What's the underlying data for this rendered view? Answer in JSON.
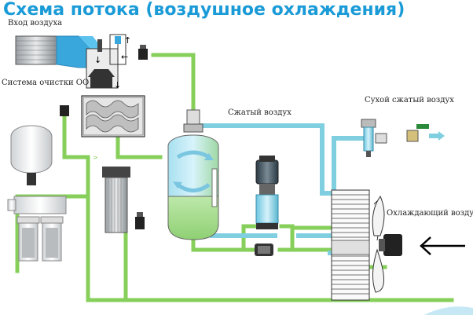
{
  "title": "Схема потока (воздушное охлаждения)",
  "labels": {
    "air_inlet": "Вход воздуха",
    "ro_system": "Система очистки ОО",
    "compressed_air": "Сжатый воздух",
    "dry_compressed_air": "Сухой сжатый воздух",
    "cooling_air": "Охлаждающий воздух"
  },
  "colors": {
    "title": "#1a9bd7",
    "water_line": "#86cf5a",
    "air_line": "#7fcfe0",
    "tank_green": "#b8e79a",
    "tank_blue": "#9fe0ee"
  },
  "icons": [
    "air-filter",
    "screw-compressor",
    "separator-tank",
    "pump-motor",
    "radiator",
    "cooling-fan",
    "ro-filter-unit",
    "valve",
    "arrow"
  ]
}
